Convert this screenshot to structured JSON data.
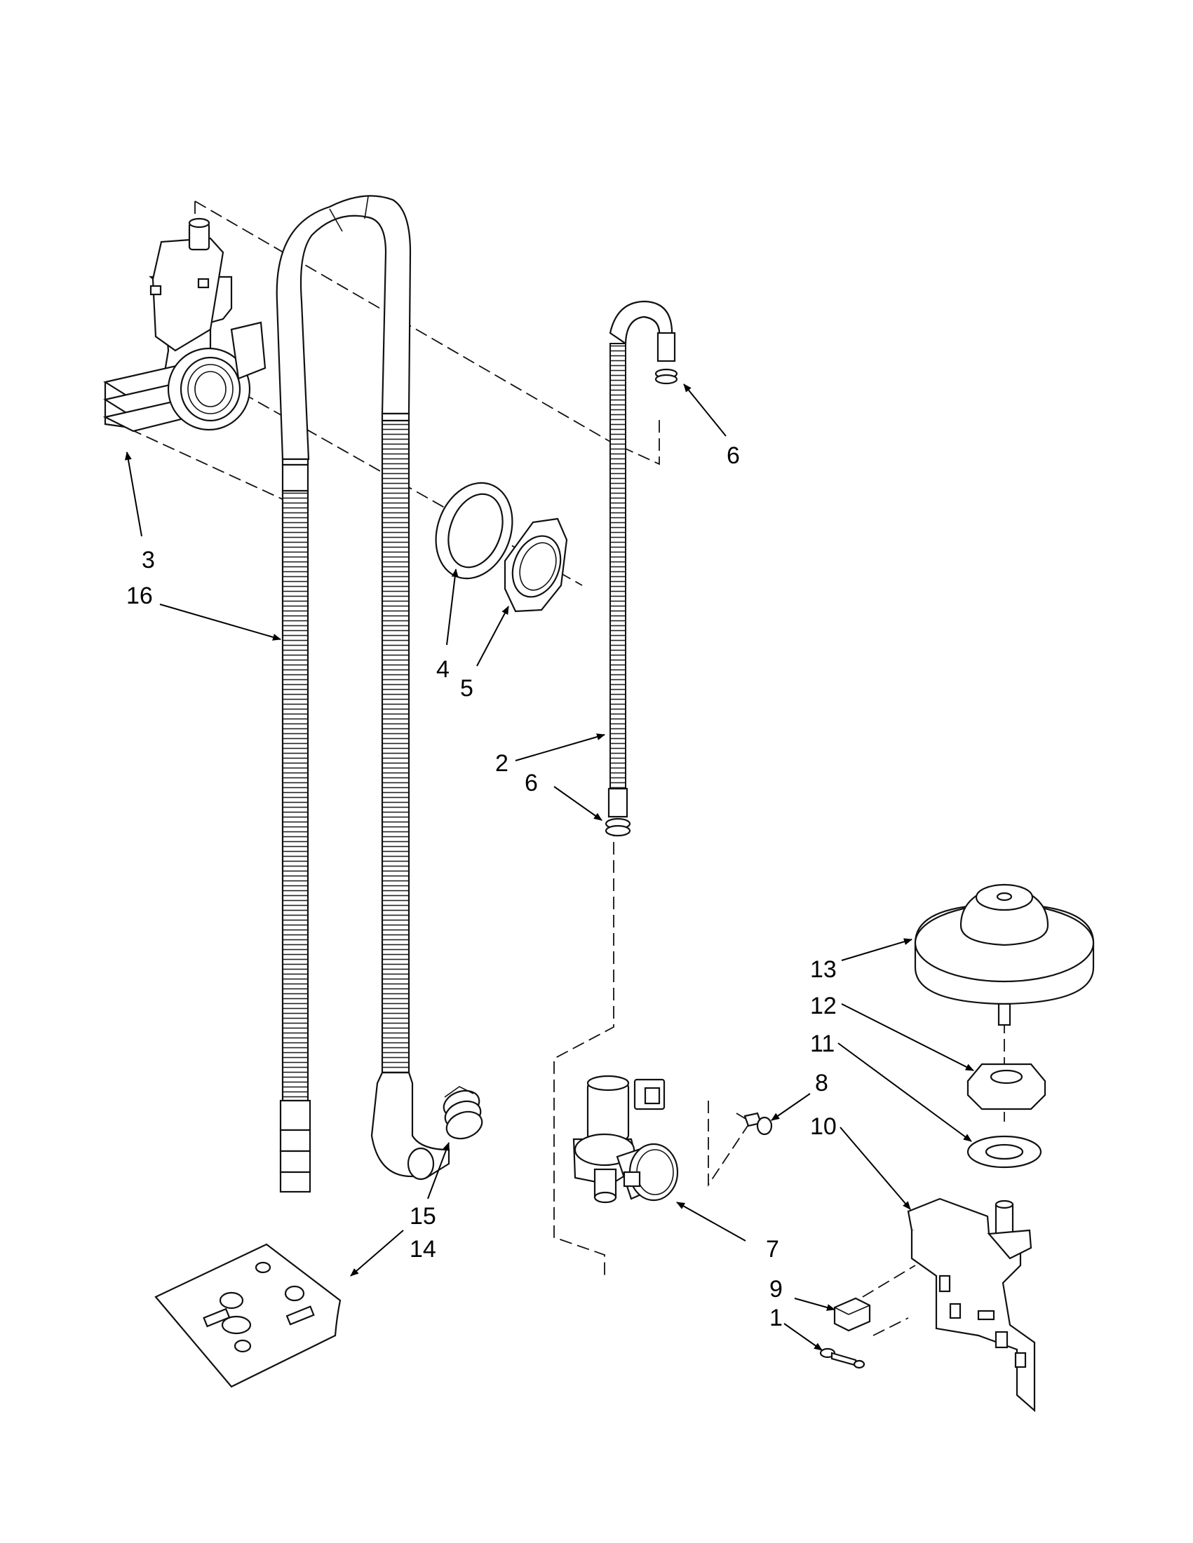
{
  "callouts": {
    "c3": "3",
    "c16": "16",
    "c4": "4",
    "c5": "5",
    "c2": "2",
    "c6_top": "6",
    "c6_mid": "6",
    "c15": "15",
    "c14": "14",
    "c7": "7",
    "c8": "8",
    "c13": "13",
    "c12": "12",
    "c11": "11",
    "c10": "10",
    "c9": "9",
    "c1": "1"
  }
}
